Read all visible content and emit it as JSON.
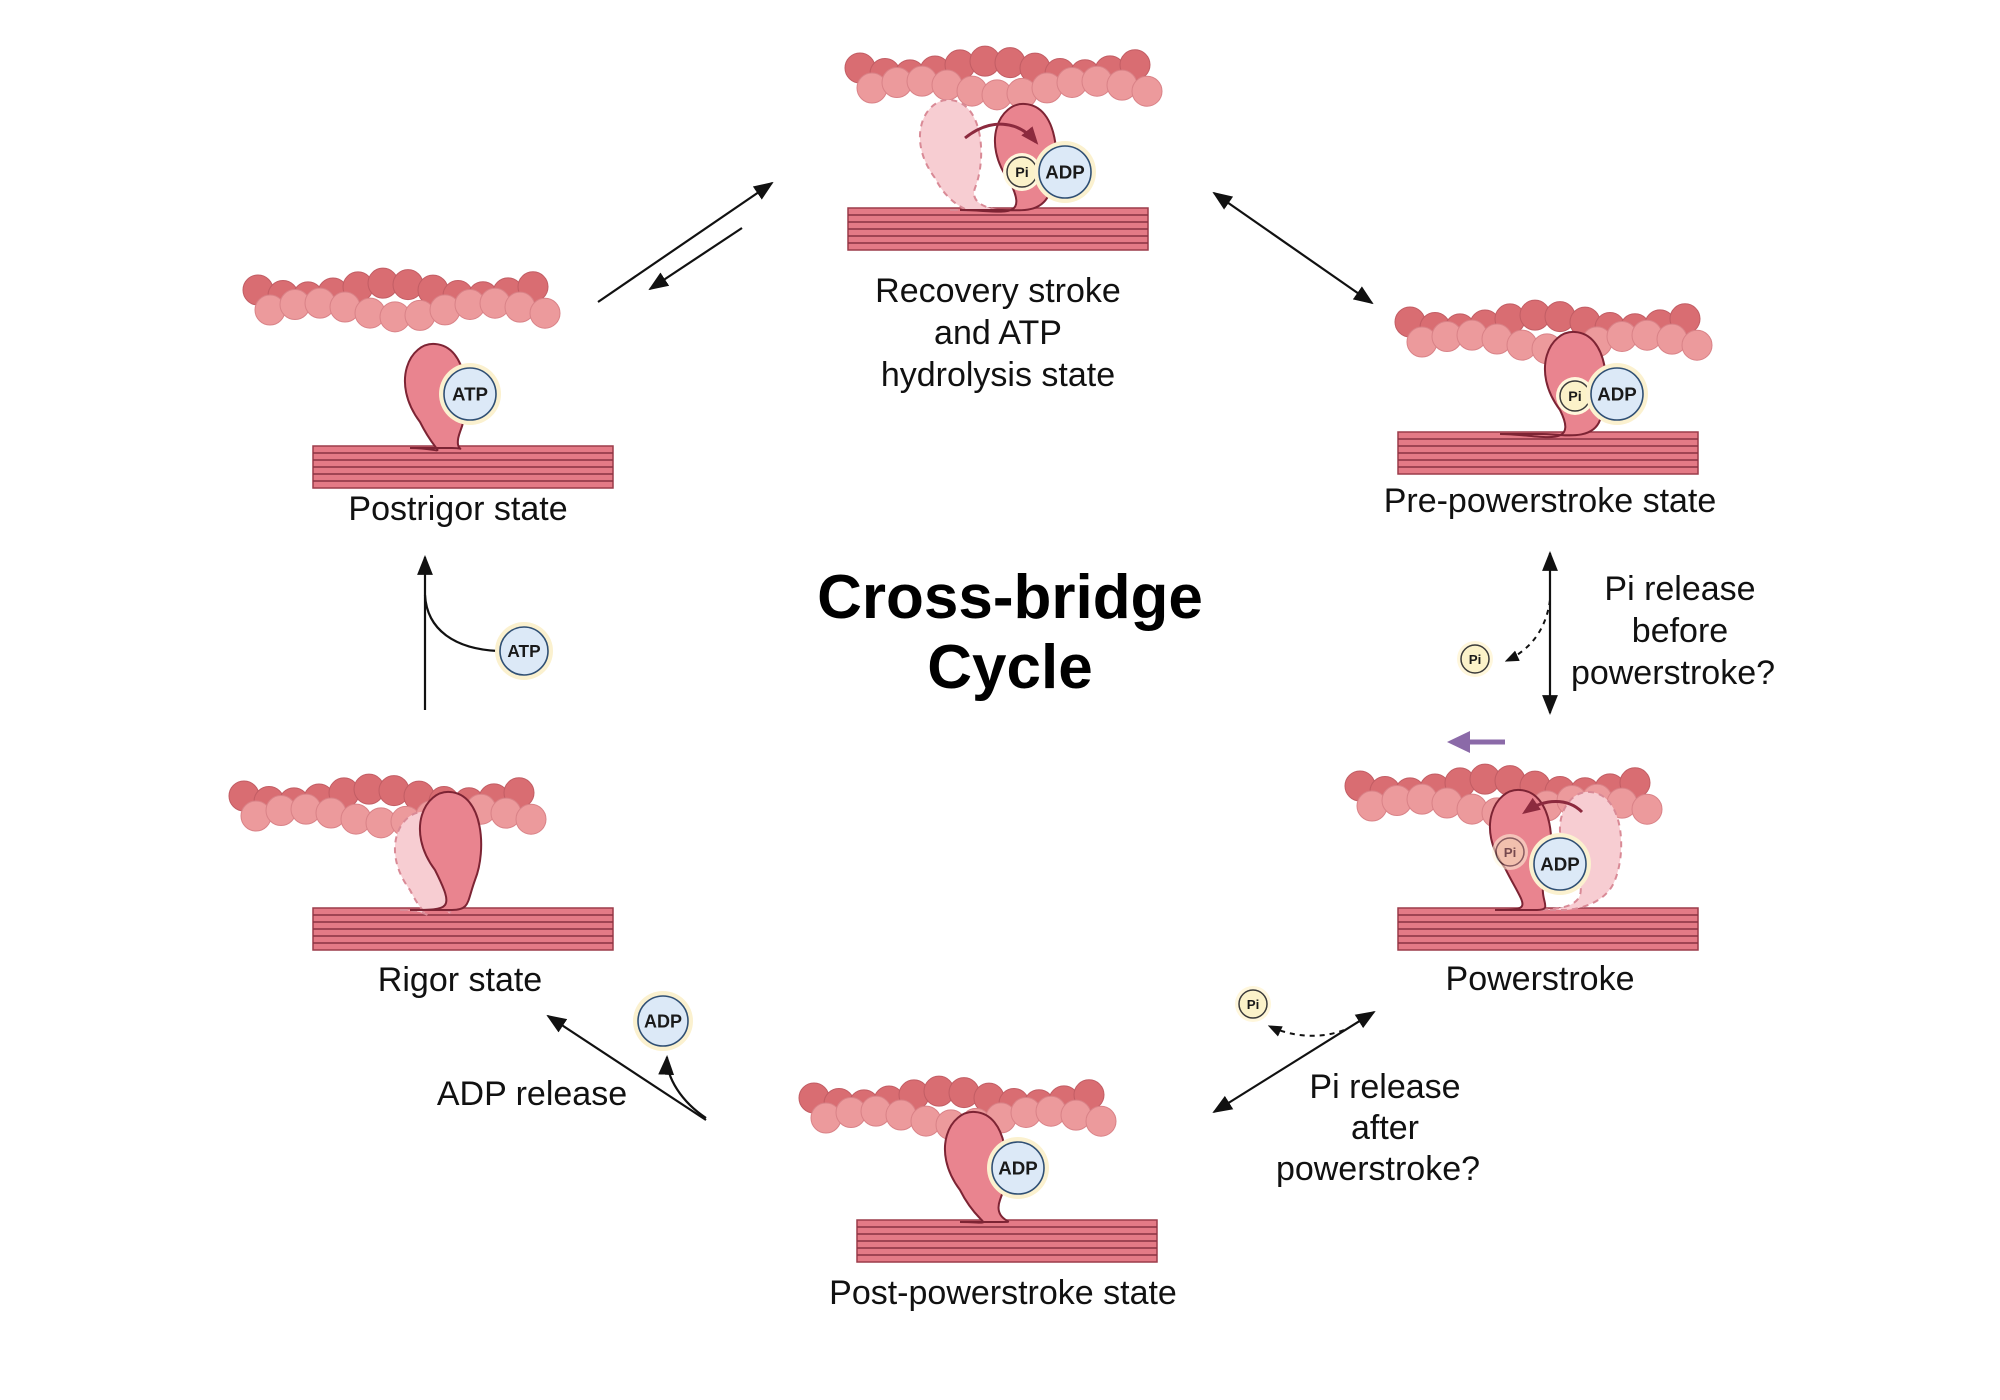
{
  "title_line1": "Cross-bridge",
  "title_line2": "Cycle",
  "states": {
    "recovery": {
      "line1": "Recovery stroke",
      "line2": "and ATP",
      "line3": "hydrolysis state"
    },
    "prepower": {
      "label": "Pre-powerstroke state"
    },
    "powerstroke": {
      "label": "Powerstroke"
    },
    "postpower": {
      "label": "Post-powerstroke state"
    },
    "rigor": {
      "label": "Rigor state"
    },
    "postrigor": {
      "label": "Postrigor state"
    }
  },
  "transitions": {
    "pi_before": {
      "line1": "Pi release",
      "line2": "before",
      "line3": "powerstroke?"
    },
    "pi_after": {
      "line1": "Pi release",
      "line2": "after",
      "line3": "powerstroke?"
    },
    "adp_release": {
      "label": "ADP release"
    }
  },
  "molecules": {
    "atp": "ATP",
    "adp": "ADP",
    "pi": "Pi"
  },
  "colors": {
    "actin_light": "#ec9a9c",
    "actin_dark": "#d96d72",
    "myosin_head": "#e9848f",
    "myosin_ghost": "#f7cdd2",
    "filament": "#e47a86",
    "nucleotide_fill": "#dce9f7",
    "pi_fill": "#fbf2c9",
    "motion_arrow": "#8b6aa8",
    "swing_arrow": "#8c2a3e"
  }
}
